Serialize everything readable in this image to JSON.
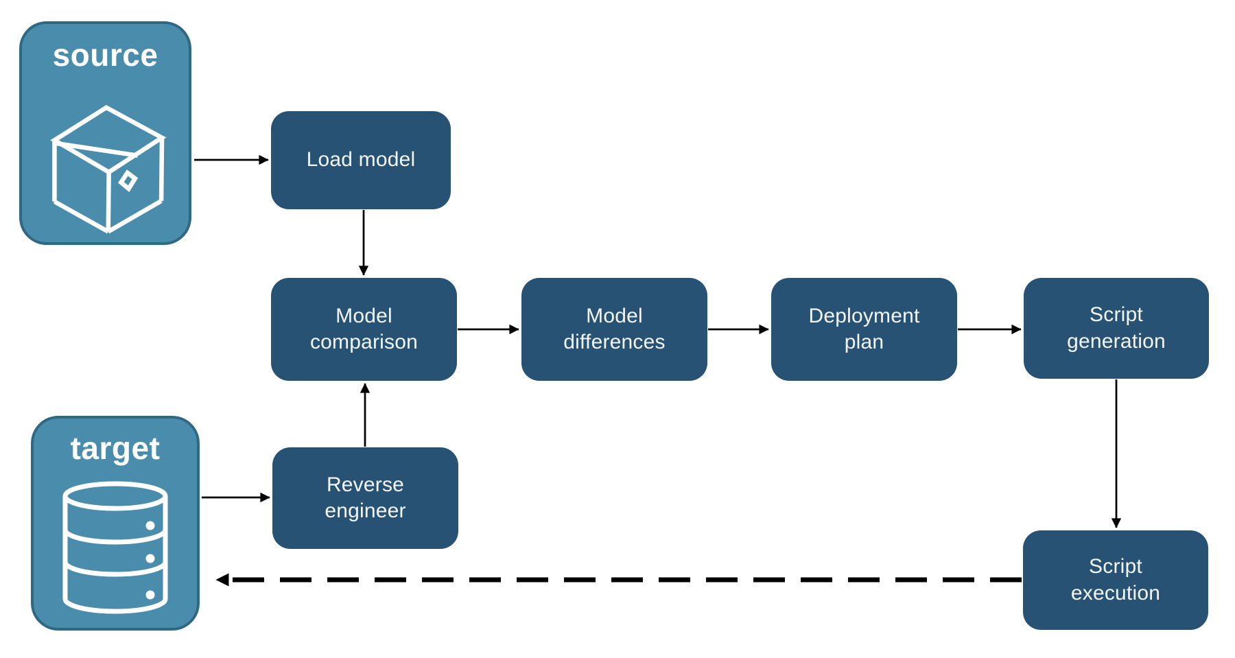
{
  "diagram": {
    "source": {
      "label": "source",
      "icon": "package-icon"
    },
    "target": {
      "label": "target",
      "icon": "database-icon"
    },
    "nodes": {
      "load_model": {
        "label": "Load model"
      },
      "model_comparison": {
        "label": "Model\ncomparison"
      },
      "model_differences": {
        "label": "Model\ndifferences"
      },
      "deployment_plan": {
        "label": "Deployment\nplan"
      },
      "script_generation": {
        "label": "Script\ngeneration"
      },
      "reverse_engineer": {
        "label": "Reverse\nengineer"
      },
      "script_execution": {
        "label": "Script\nexecution"
      }
    },
    "edges": [
      {
        "from": "source",
        "to": "load_model",
        "style": "solid"
      },
      {
        "from": "load_model",
        "to": "model_comparison",
        "style": "solid"
      },
      {
        "from": "target",
        "to": "reverse_engineer",
        "style": "solid"
      },
      {
        "from": "reverse_engineer",
        "to": "model_comparison",
        "style": "solid"
      },
      {
        "from": "model_comparison",
        "to": "model_differences",
        "style": "solid"
      },
      {
        "from": "model_differences",
        "to": "deployment_plan",
        "style": "solid"
      },
      {
        "from": "deployment_plan",
        "to": "script_generation",
        "style": "solid"
      },
      {
        "from": "script_generation",
        "to": "script_execution",
        "style": "solid"
      },
      {
        "from": "script_execution",
        "to": "target",
        "style": "dashed"
      }
    ]
  },
  "colors": {
    "node-fill": "#285273",
    "entity-fill": "#4A8CAB",
    "entity-border": "#2F6883",
    "arrow": "#000000",
    "label-text": "#F2F6F9",
    "background": "#FFFFFF"
  }
}
